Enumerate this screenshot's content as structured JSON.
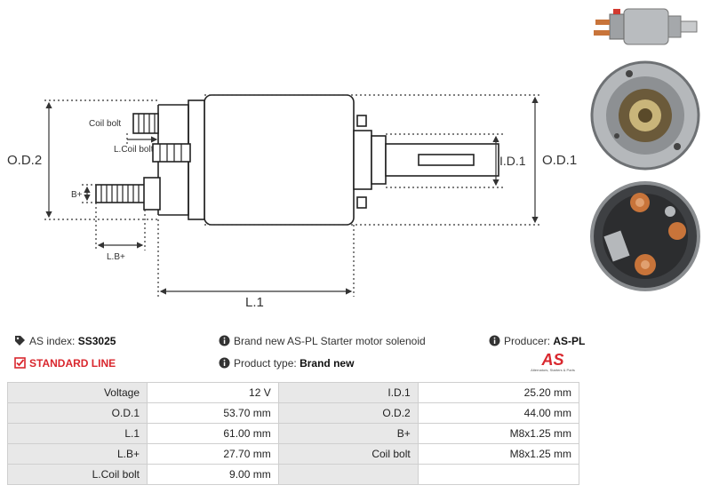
{
  "drawing": {
    "labels": {
      "od1": "O.D.1",
      "od2": "O.D.2",
      "id1": "I.D.1",
      "l1": "L.1",
      "lb": "L.B+",
      "bplus": "B+",
      "coil_bolt": "Coil bolt",
      "l_coil_bolt": "L.Coil bolt"
    }
  },
  "info": {
    "as_index_label": "AS index:",
    "as_index_value": "SS3025",
    "line": "STANDARD LINE",
    "description": "Brand new AS-PL Starter motor solenoid",
    "product_type_label": "Product type:",
    "product_type_value": "Brand new",
    "producer_label": "Producer:",
    "producer_value": "AS-PL",
    "logo_text": "AS",
    "logo_tagline": "Alternators, Starters & Parts"
  },
  "colors": {
    "accent_red": "#d9272e",
    "label_cell": "#e8e8e8"
  },
  "specs": [
    [
      {
        "k": "Voltage",
        "v": "12 V"
      },
      {
        "k": "I.D.1",
        "v": "25.20 mm"
      }
    ],
    [
      {
        "k": "O.D.1",
        "v": "53.70 mm"
      },
      {
        "k": "O.D.2",
        "v": "44.00 mm"
      }
    ],
    [
      {
        "k": "L.1",
        "v": "61.00 mm"
      },
      {
        "k": "B+",
        "v": "M8x1.25 mm"
      }
    ],
    [
      {
        "k": "L.B+",
        "v": "27.70 mm"
      },
      {
        "k": "Coil bolt",
        "v": "M8x1.25 mm"
      }
    ],
    [
      {
        "k": "L.Coil bolt",
        "v": "9.00 mm"
      },
      {
        "k": "",
        "v": ""
      }
    ]
  ]
}
